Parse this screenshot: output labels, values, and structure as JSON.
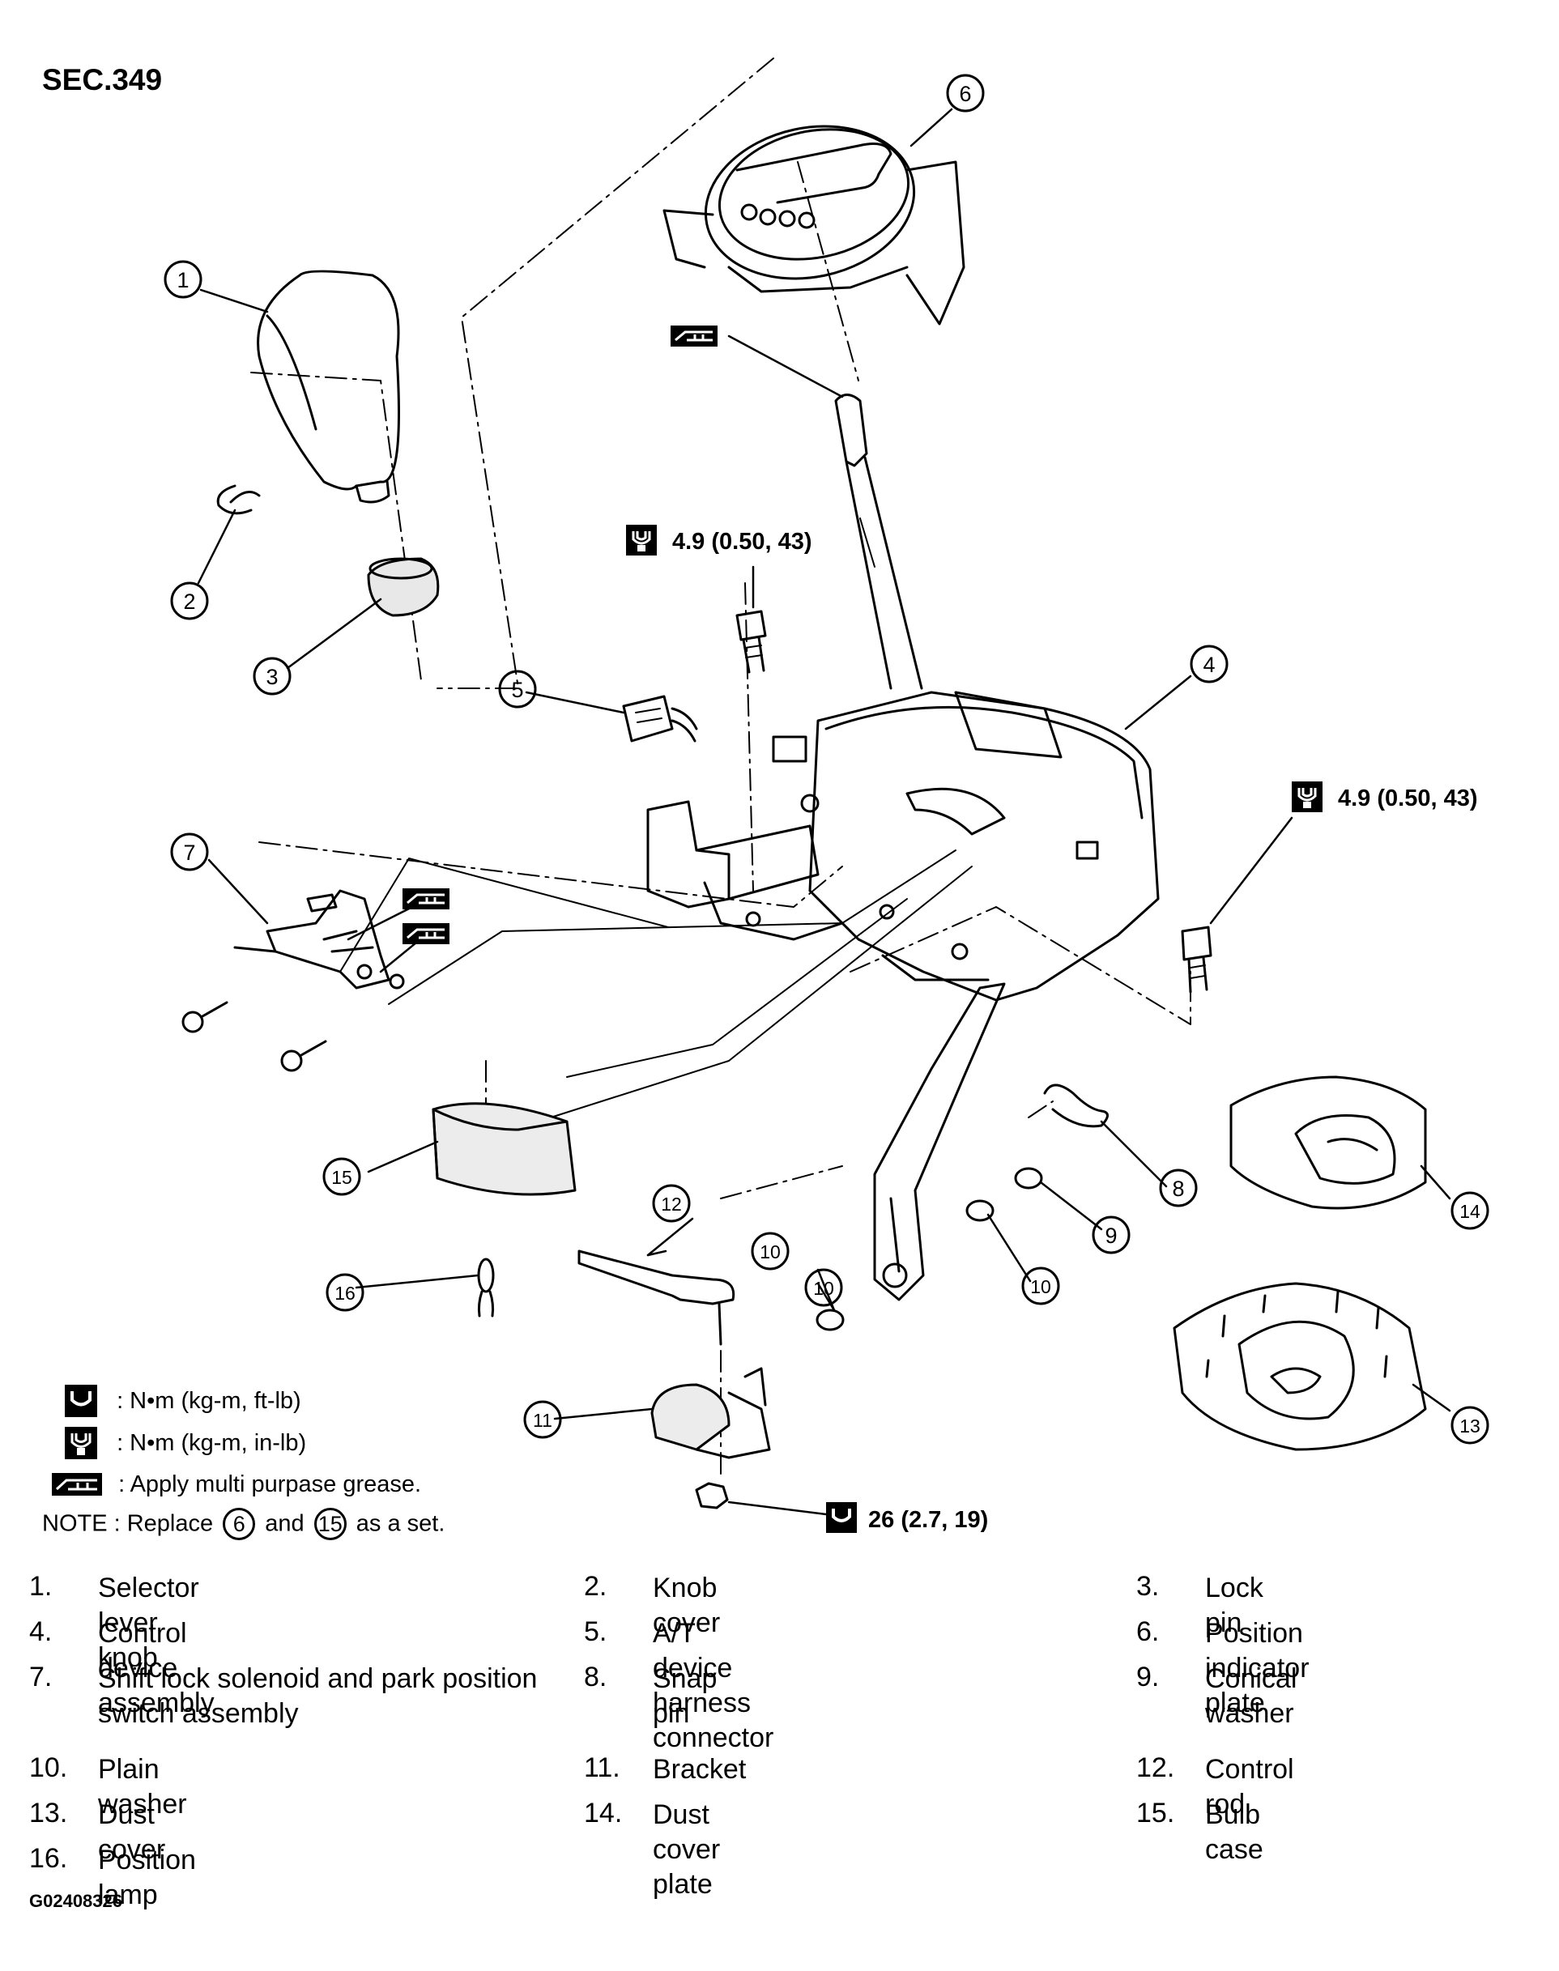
{
  "section_label": "SEC.349",
  "callouts": [
    "1",
    "2",
    "3",
    "4",
    "5",
    "6",
    "7",
    "8",
    "9",
    "10",
    "10",
    "10",
    "11",
    "12",
    "13",
    "14",
    "15",
    "16"
  ],
  "torque_specs": [
    {
      "id": "bolt-top",
      "text": "4.9 (0.50, 43)",
      "symbol": "torque-wrench-in-lb-icon"
    },
    {
      "id": "bolt-right",
      "text": "4.9 (0.50, 43)",
      "symbol": "torque-wrench-in-lb-icon"
    },
    {
      "id": "nut-bottom",
      "text": "26 (2.7, 19)",
      "symbol": "torque-wrench-ft-lb-icon"
    }
  ],
  "legend": {
    "ft_lb": ": N•m (kg-m, ft-lb)",
    "in_lb": ": N•m (kg-m, in-lb)",
    "grease": ": Apply multi purpase grease.",
    "note_prefix": "NOTE :",
    "note_replace": "Replace",
    "note_a": "6",
    "note_and": "and",
    "note_b": "15",
    "note_suffix": "as a set."
  },
  "parts": [
    {
      "num": "1.",
      "name": "Selector lever knob"
    },
    {
      "num": "2.",
      "name": "Knob cover"
    },
    {
      "num": "3.",
      "name": "Lock pin"
    },
    {
      "num": "4.",
      "name": "Control device assembly"
    },
    {
      "num": "5.",
      "name": "A/T device harness connector"
    },
    {
      "num": "6.",
      "name": "Position indicator plate"
    },
    {
      "num": "7.",
      "name": "Shift lock solenoid and park position switch assembly"
    },
    {
      "num": "8.",
      "name": "Snap pin"
    },
    {
      "num": "9.",
      "name": "Conical washer"
    },
    {
      "num": "10.",
      "name": "Plain washer"
    },
    {
      "num": "11.",
      "name": "Bracket"
    },
    {
      "num": "12.",
      "name": "Control rod"
    },
    {
      "num": "13.",
      "name": "Dust cover"
    },
    {
      "num": "14.",
      "name": "Dust cover plate"
    },
    {
      "num": "15.",
      "name": "Bulb case"
    },
    {
      "num": "16.",
      "name": "Position lamp"
    }
  ],
  "figure_id": "G02408326"
}
